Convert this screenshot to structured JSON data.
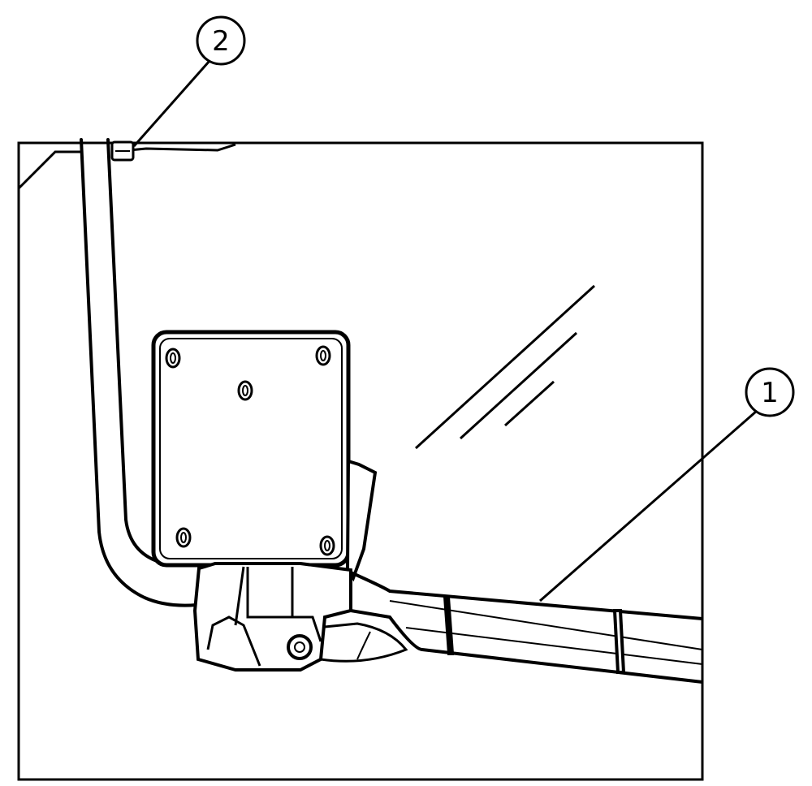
{
  "colors": {
    "ink": "#000000",
    "paper": "#ffffff"
  },
  "callouts": [
    {
      "id": "callout-1",
      "label": "1"
    },
    {
      "id": "callout-2",
      "label": "2"
    }
  ]
}
